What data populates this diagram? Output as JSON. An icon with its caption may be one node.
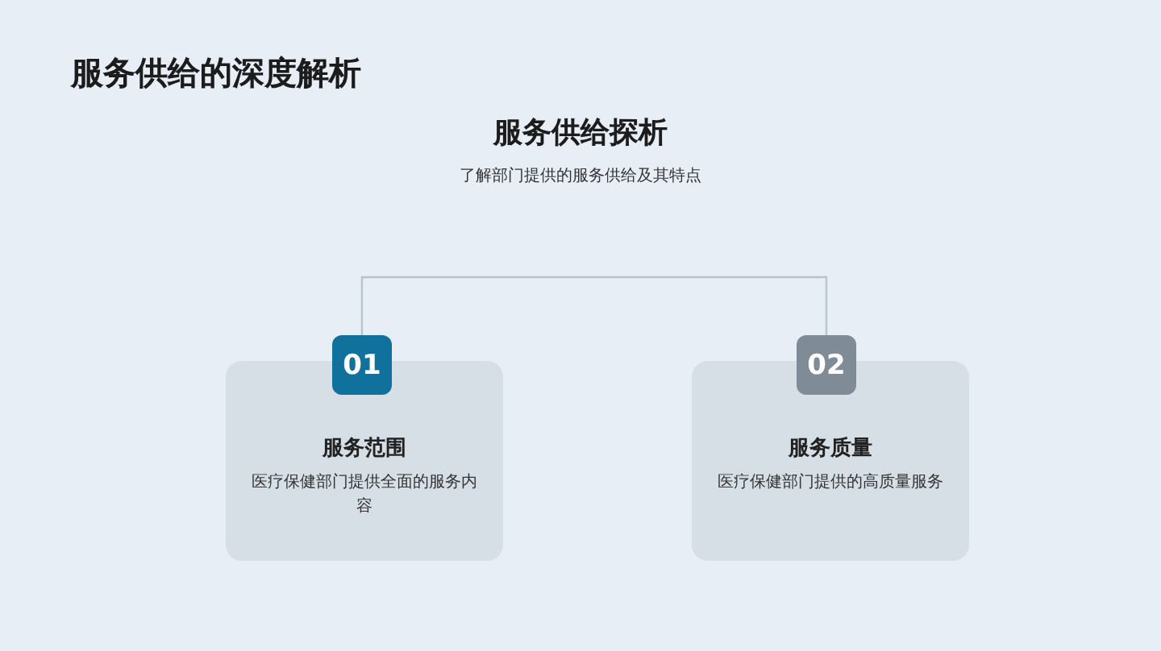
{
  "diagram": {
    "title": "服务供给的深度解析",
    "nodes": [
      {
        "text": [
          "01"
        ]
      },
      {
        "text": [
          "服务范围",
          "医疗保健部门提供全面的服务内容"
        ]
      },
      {
        "text": [
          "02"
        ]
      },
      {
        "text": [
          "服务质量",
          "医疗保健部门提供的高质量服务"
        ]
      }
    ],
    "edges": [
      {
        "from": 0,
        "to": 2,
        "arrow": "none"
      }
    ],
    "labels": [
      "服务供给探析",
      "了解部门提供的服务供给及其特点"
    ]
  }
}
